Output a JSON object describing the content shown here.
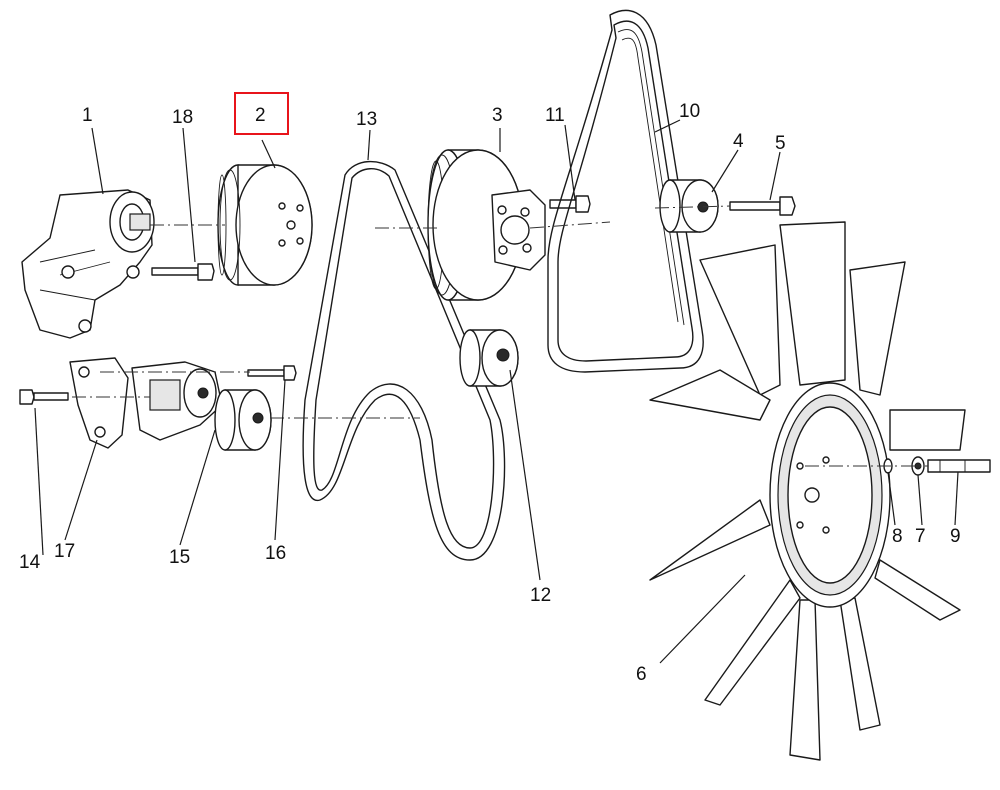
{
  "diagram": {
    "callouts": [
      {
        "id": "1",
        "label": "1"
      },
      {
        "id": "2",
        "label": "2"
      },
      {
        "id": "3",
        "label": "3"
      },
      {
        "id": "4",
        "label": "4"
      },
      {
        "id": "5",
        "label": "5"
      },
      {
        "id": "6",
        "label": "6"
      },
      {
        "id": "7",
        "label": "7"
      },
      {
        "id": "8",
        "label": "8"
      },
      {
        "id": "9",
        "label": "9"
      },
      {
        "id": "10",
        "label": "10"
      },
      {
        "id": "11",
        "label": "11"
      },
      {
        "id": "12",
        "label": "12"
      },
      {
        "id": "13",
        "label": "13"
      },
      {
        "id": "14",
        "label": "14"
      },
      {
        "id": "15",
        "label": "15"
      },
      {
        "id": "16",
        "label": "16"
      },
      {
        "id": "17",
        "label": "17"
      },
      {
        "id": "18",
        "label": "18"
      }
    ],
    "highlighted_callout": "2",
    "highlight_color": "#e8141b"
  }
}
